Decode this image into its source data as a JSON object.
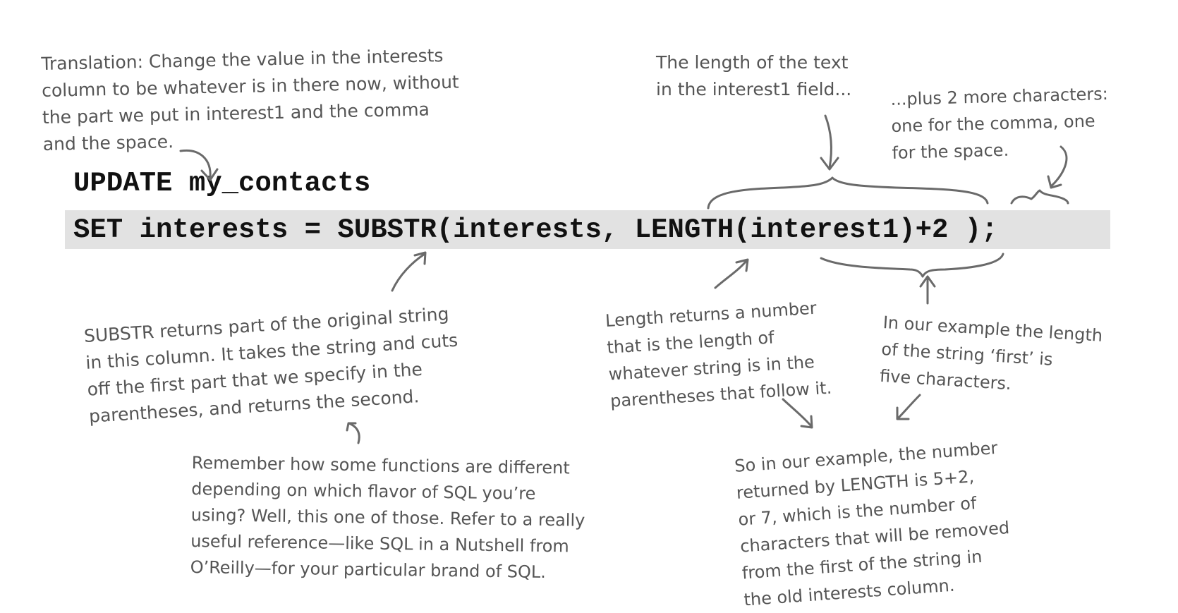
{
  "code": {
    "line1": "UPDATE my_contacts",
    "line2": "SET interests = SUBSTR(interests, LENGTH(interest1)+2 );"
  },
  "notes": {
    "translation": [
      "Translation: Change the value in the interests",
      "column to be whatever is in there now, without",
      "the part we put in interest1 and the comma",
      "and the space."
    ],
    "length_of_text": [
      "The length of the text",
      "in the interest1 field..."
    ],
    "plus_two": [
      "...plus 2 more characters:",
      "one for the comma, one",
      "for the space."
    ],
    "substr": [
      "SUBSTR returns part of the original string",
      "in this column. It takes the string and cuts",
      "off the first part that we specify in the",
      "parentheses, and returns the second."
    ],
    "length_returns": [
      "Length returns a number",
      "that is the length of",
      "whatever string is in the",
      "parentheses that follow it."
    ],
    "example_first": [
      "In our example the length",
      "of the string ‘first’ is",
      "five characters."
    ],
    "remember": [
      "Remember how some functions are different",
      "depending on which flavor of SQL you’re",
      "using? Well, this one of those. Refer to a really",
      "useful reference—like SQL in a Nutshell from",
      "O’Reilly—for your particular brand of SQL."
    ],
    "so_in_example": [
      "So in our example, the number",
      "returned by LENGTH is 5+2,",
      "or 7, which is the number of",
      "characters that will be removed",
      "from the first of the string in",
      "the old interests column."
    ]
  },
  "colors": {
    "handwriting": "#555555",
    "code_text": "#111111",
    "code_background": "#e2e2e2",
    "arrows": "#6a6a6a"
  }
}
